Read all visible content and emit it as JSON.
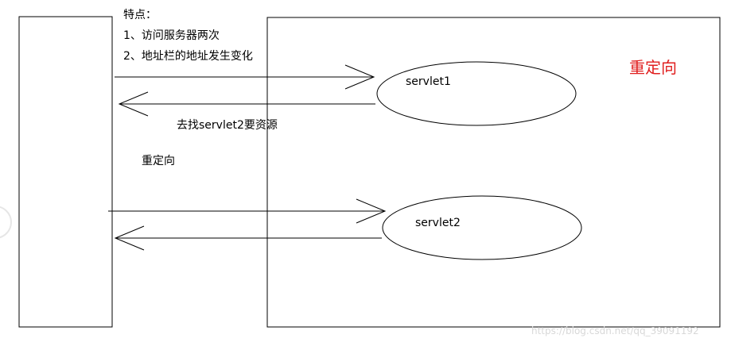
{
  "notes": {
    "heading": "特点：",
    "point1": "1、访问服务器两次",
    "point2": "2、地址栏的地址发生变化"
  },
  "server_title": "重定向",
  "nodes": {
    "servlet1": "servlet1",
    "servlet2": "servlet2"
  },
  "labels": {
    "redirect_reply": "去找servlet2要资源",
    "redirect": "重定向"
  },
  "watermark": "https://blog.csdn.net/qq_39091192",
  "colors": {
    "line": "#000000",
    "title": "#e01e1e",
    "watermark": "#d8d8d8"
  }
}
